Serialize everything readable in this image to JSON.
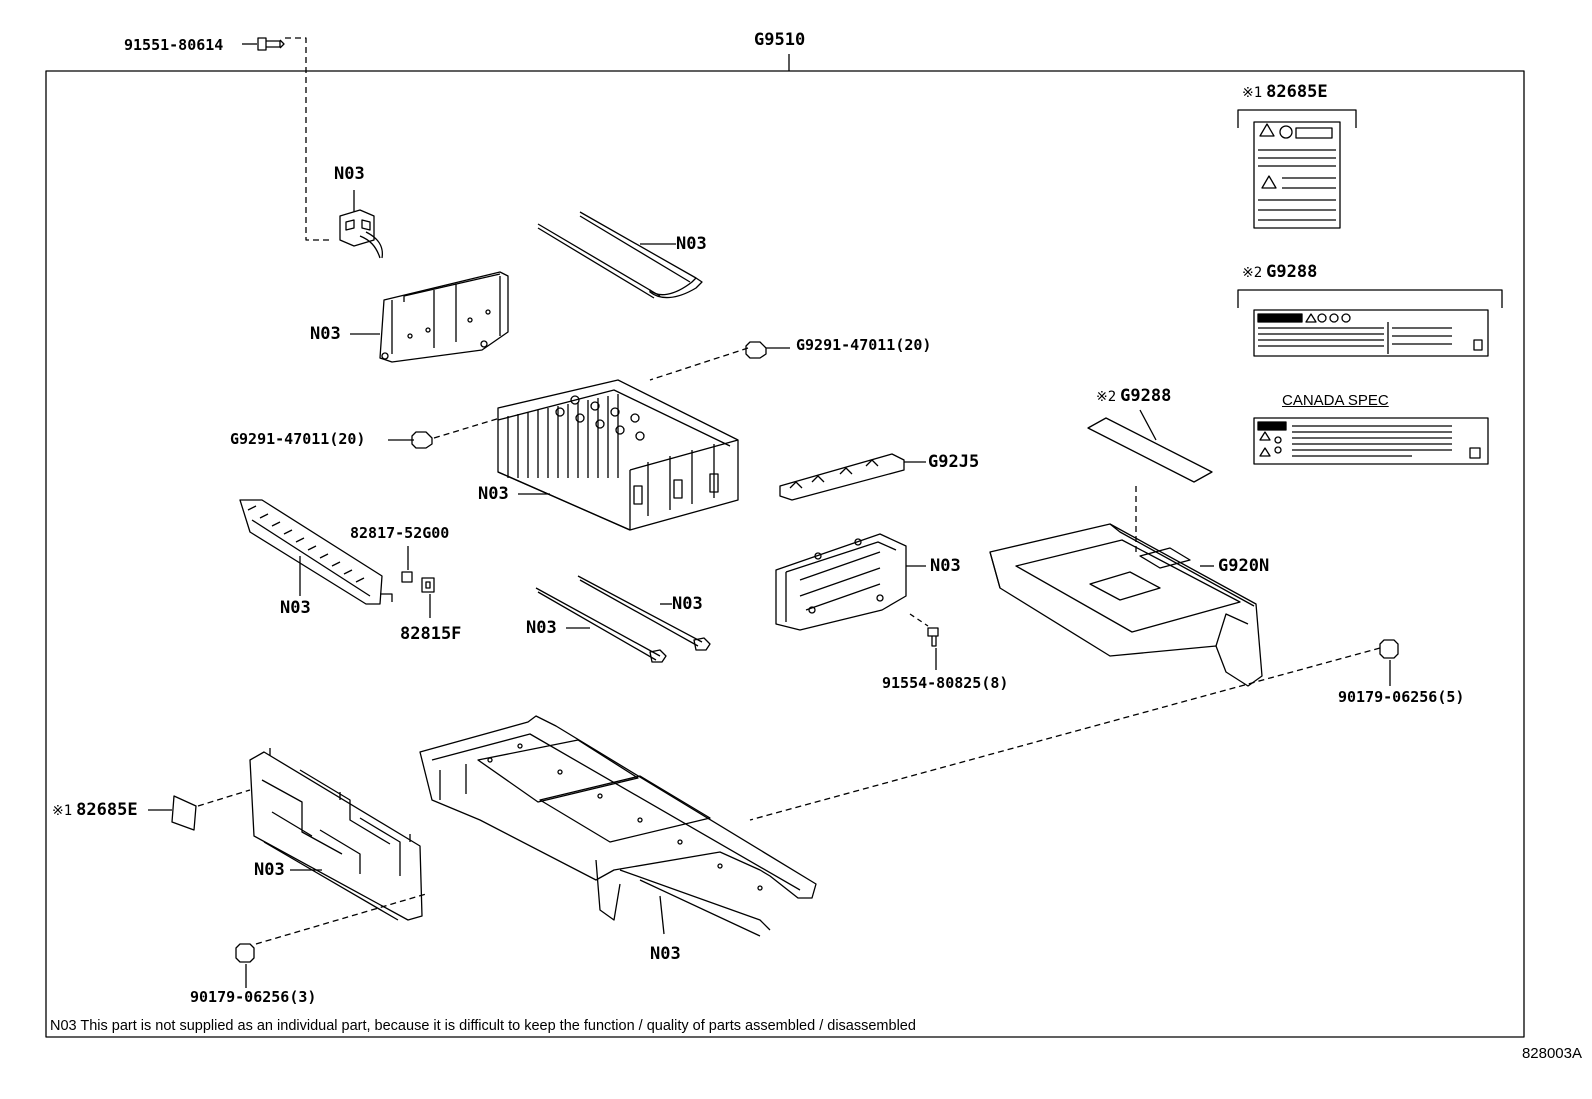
{
  "diagram": {
    "assembly_id": "G9510",
    "drawing_code": "828003A",
    "canada_spec": "CANADA SPEC",
    "footnote": "N03 This part is not supplied as an individual part, because it is difficult to keep the function / quality of parts assembled / disassembled",
    "callouts": {
      "bolt_top": "91551-80614",
      "n03_clip": "N03",
      "n03_rods_top": "N03",
      "n03_plate": "N03",
      "nut_right": "G9291-47011(20)",
      "nut_left": "G9291-47011(20)",
      "n03_stack": "N03",
      "bracket": "G92J5",
      "n03_terminal": "N03",
      "sensor_a": "82817-52G00",
      "sensor_b": "82815F",
      "n03_rods_bottom_a": "N03",
      "n03_rods_bottom_b": "N03",
      "n03_end_plate": "N03",
      "bolt_mid": "91554-80825(8)",
      "cover": "G920N",
      "nut_far_right": "90179-06256(5)",
      "label_left": "82685E",
      "label_left_mark": "※1",
      "n03_panel": "N03",
      "n03_tray": "N03",
      "nut_bottom_left": "90179-06256(3)",
      "label_mid": "G9288",
      "label_mid_mark": "※2"
    },
    "legend": {
      "item1_mark": "※1",
      "item1_part": "82685E",
      "item2_mark": "※2",
      "item2_part": "G9288"
    }
  }
}
